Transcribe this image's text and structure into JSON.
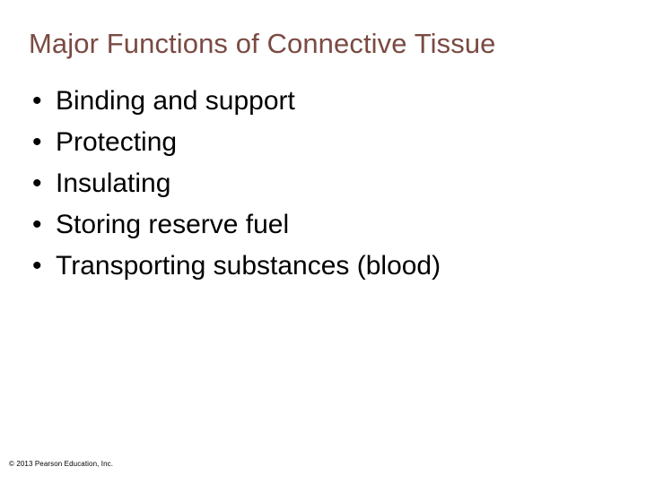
{
  "slide": {
    "title": "Major Functions of Connective Tissue",
    "title_color": "#7a4b43",
    "background_color": "#ffffff",
    "body_text_color": "#000000",
    "bullet_glyph": "•",
    "bullets": [
      {
        "label": "Binding and support"
      },
      {
        "label": "Protecting"
      },
      {
        "label": "Insulating"
      },
      {
        "label": "Storing reserve fuel"
      },
      {
        "label": "Transporting substances (blood)"
      }
    ],
    "footer": {
      "copyright": "© 2013 Pearson Education, Inc."
    }
  }
}
